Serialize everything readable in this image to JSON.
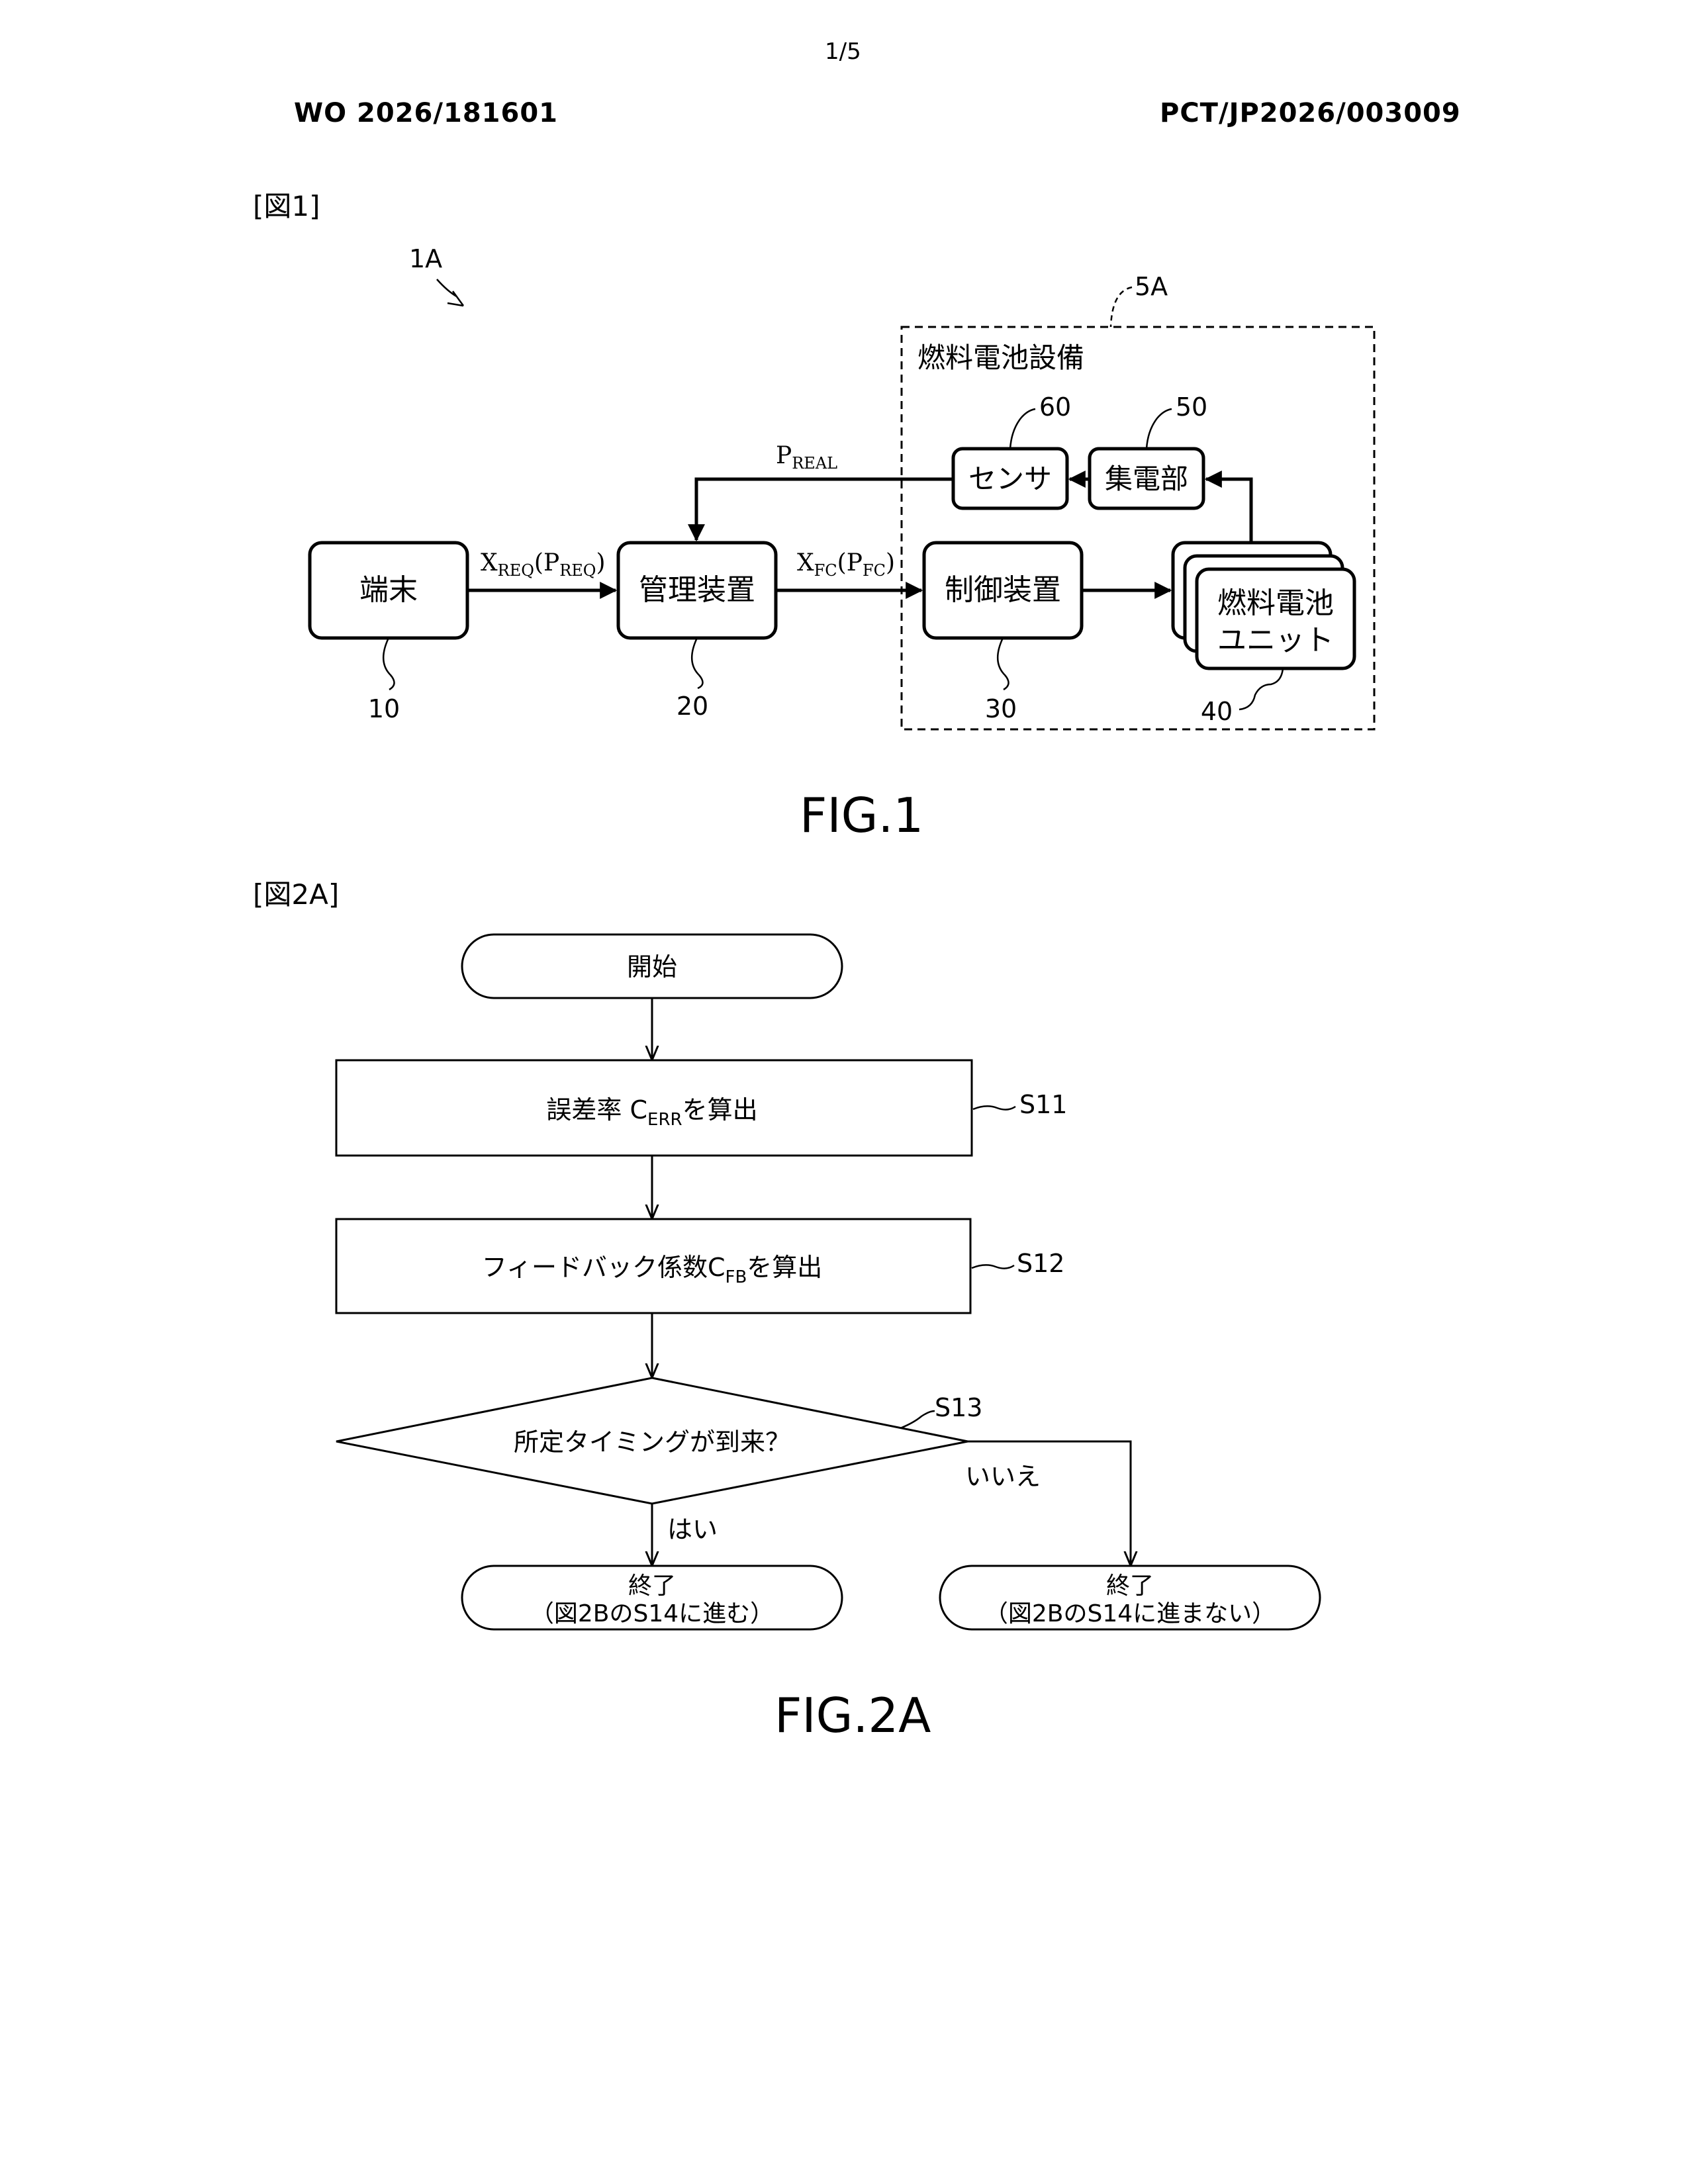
{
  "header": {
    "page_number": "1/5",
    "publication_number": "WO 2026/181601",
    "application_number": "PCT/JP2026/003009"
  },
  "figure1": {
    "tag": "[図1]",
    "caption": "FIG.1",
    "system_ref": "1A",
    "facility_ref": "5A",
    "facility_label": "燃料電池設備",
    "blocks": {
      "terminal": {
        "label": "端末",
        "ref": "10"
      },
      "management": {
        "label": "管理装置",
        "ref": "20"
      },
      "controller": {
        "label": "制御装置",
        "ref": "30"
      },
      "fuel_cell_line1": "燃料電池",
      "fuel_cell_line2": "ユニット",
      "fuel_cell_ref": "40",
      "collector": {
        "label": "集電部",
        "ref": "50"
      },
      "sensor": {
        "label": "センサ",
        "ref": "60"
      }
    },
    "signals": {
      "x_req": {
        "main": "X",
        "sub": "REQ",
        "mid": "(P",
        "sub2": "REQ",
        "end": ")"
      },
      "x_fc": {
        "main": "X",
        "sub": "FC",
        "mid": "(P",
        "sub2": "FC",
        "end": ")"
      },
      "p_real": {
        "main": "P",
        "sub": "REAL"
      }
    }
  },
  "figure2a": {
    "tag": "[図2A]",
    "caption": "FIG.2A",
    "start": "開始",
    "s11": {
      "text_a": "誤差率 C",
      "sub": "ERR",
      "text_b": "を算出",
      "ref": "S11"
    },
    "s12": {
      "text_a": "フィードバック係数C",
      "sub": "FB",
      "text_b": "を算出",
      "ref": "S12"
    },
    "s13": {
      "text": "所定タイミングが到来？",
      "ref": "S13"
    },
    "yes_label": "はい",
    "no_label": "いいえ",
    "end_yes": {
      "line1": "終了",
      "line2": "（図2BのS14に進む）"
    },
    "end_no": {
      "line1": "終了",
      "line2": "（図2BのS14に進まない）"
    }
  }
}
